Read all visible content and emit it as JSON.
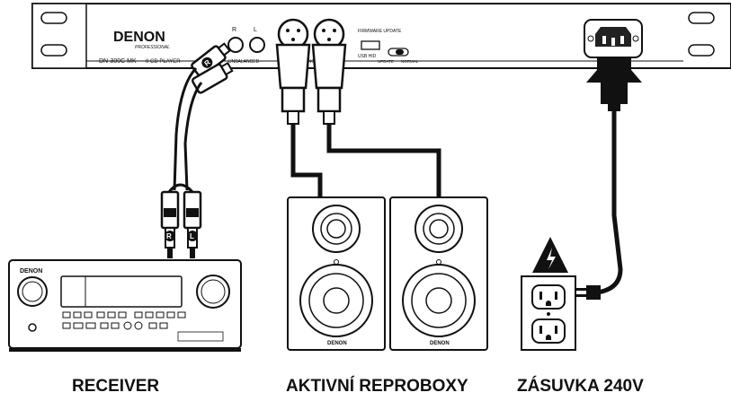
{
  "player": {
    "brand": "DENON",
    "sub_brand": "PROFESSIONAL",
    "model": "DN-300C MK",
    "model_suffix": "II CD PLAYER",
    "balanced_label": "BALANCED",
    "unbal_label": "UNBALANCED",
    "firmware_label": "FIRMWARE UPDATE",
    "usb_label": "USB HID",
    "update_label": "UPDATE",
    "normal_label": "NORMAL"
  },
  "receiver": {
    "brand": "DENON"
  },
  "speakers": [
    {
      "brand": "DENON"
    },
    {
      "brand": "DENON"
    }
  ],
  "plug_labels": {
    "right": "R",
    "left": "L"
  },
  "captions": {
    "receiver": "RECEIVER",
    "speakers": "AKTIVNÍ REPROBOXY",
    "outlet": "ZÁSUVKA 240V"
  }
}
